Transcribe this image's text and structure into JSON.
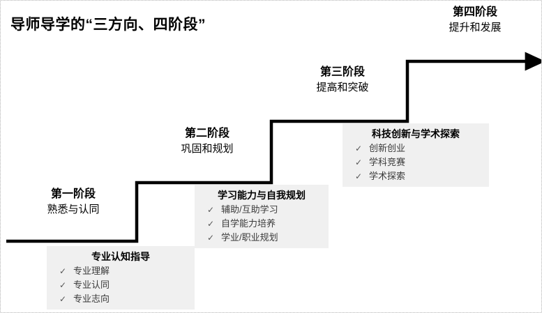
{
  "title": "导师导学的“三方向、四阶段”",
  "stages": [
    {
      "name": "第一阶段",
      "desc": "熟悉与认同"
    },
    {
      "name": "第二阶段",
      "desc": "巩固和规划"
    },
    {
      "name": "第三阶段",
      "desc": "提高和突破"
    },
    {
      "name": "第四阶段",
      "desc": "提升和发展"
    }
  ],
  "detail_boxes": [
    {
      "title": "专业认知指导",
      "items": [
        "专业理解",
        "专业认同",
        "专业志向"
      ]
    },
    {
      "title": "学习能力与自我规划",
      "items": [
        "辅助/互助学习",
        "自学能力培养",
        "学业/职业规划"
      ]
    },
    {
      "title": "科技创新与学术探索",
      "items": [
        "创新创业",
        "学科竞赛",
        "学术探索"
      ]
    }
  ],
  "bullet_glyph": "✓",
  "colors": {
    "stair_line": "#000000",
    "box_background": "#f0f0f0",
    "text": "#000000",
    "item_text": "#3a3a3a",
    "frame_border": "#b0b0b0"
  }
}
